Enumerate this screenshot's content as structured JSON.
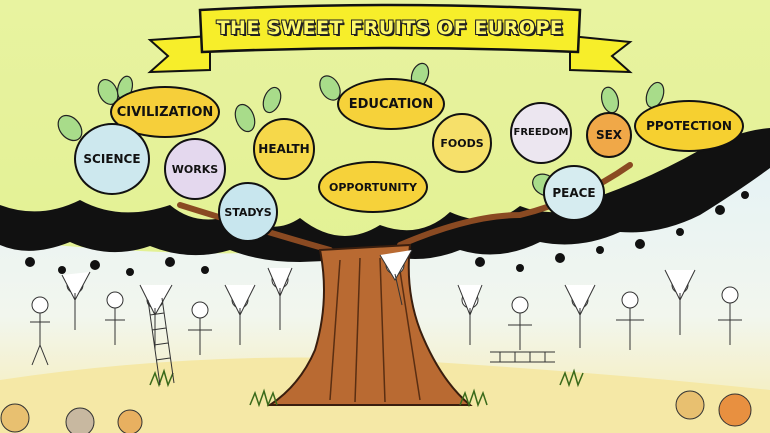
{
  "banner": {
    "title": "THE SWEET FRUITS OF EUROPE",
    "color": "#f7ee2a"
  },
  "fruits": [
    {
      "label": "CIVILIZATION",
      "color": "#f6cf3a"
    },
    {
      "label": "SCIENCE",
      "color": "#cde8ee"
    },
    {
      "label": "WORKS",
      "color": "#e4d8ee"
    },
    {
      "label": "HEALTH",
      "color": "#f6d84a"
    },
    {
      "label": "STADYS",
      "color": "#c8e6ee"
    },
    {
      "label": "EDUCATION",
      "color": "#f6d23a"
    },
    {
      "label": "OPPORTUNITY",
      "color": "#f6d23a"
    },
    {
      "label": "FOODS",
      "color": "#f6e06a"
    },
    {
      "label": "FREEDOM",
      "color": "#ece6f0"
    },
    {
      "label": "SEX",
      "color": "#f0a848"
    },
    {
      "label": "PPOTECTION",
      "color": "#f6d030"
    },
    {
      "label": "PEACE",
      "color": "#d6ecf0"
    }
  ],
  "colors": {
    "sky_top": "#e6f19a",
    "canopy": "#dff18a",
    "canopy_shadow": "#111111",
    "trunk": "#b86a32",
    "ground": "#f4e6a0",
    "crowd_bg": "#eaf4f8"
  }
}
